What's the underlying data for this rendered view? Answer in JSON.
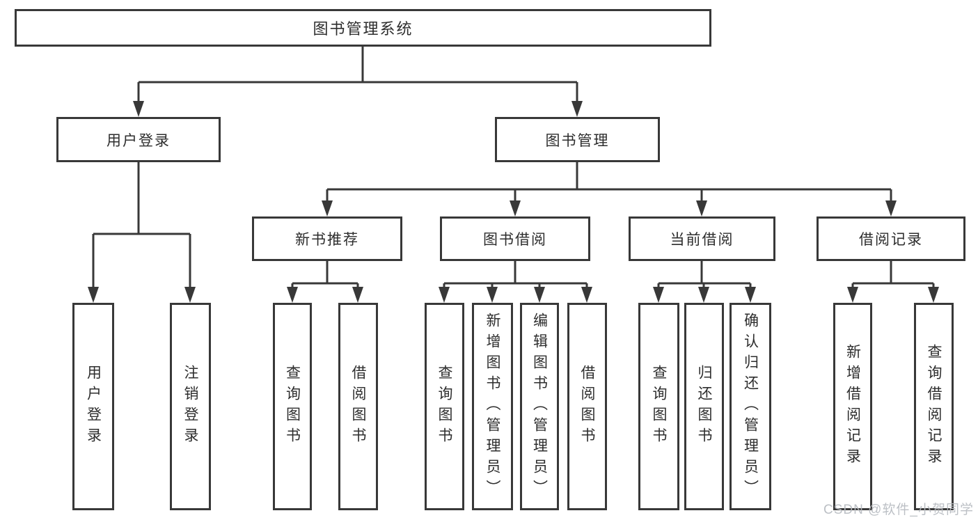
{
  "title": "图书管理系统",
  "watermark": "CSDN @软件_小贺同学",
  "colors": {
    "line": "#383838",
    "box_border": "#383838",
    "text": "#2d2d2d",
    "watermark": "#b7bbc1",
    "background": "#ffffff"
  },
  "tree": {
    "root": {
      "label": "图书管理系统",
      "children": [
        {
          "label": "用户登录",
          "children": [
            {
              "label": "用户登录"
            },
            {
              "label": "注销登录"
            }
          ]
        },
        {
          "label": "图书管理",
          "children": [
            {
              "label": "新书推荐",
              "children": [
                {
                  "label": "查询图书"
                },
                {
                  "label": "借阅图书"
                }
              ]
            },
            {
              "label": "图书借阅",
              "children": [
                {
                  "label": "查询图书"
                },
                {
                  "label": "新增图书（管理员）"
                },
                {
                  "label": "编辑图书（管理员）"
                },
                {
                  "label": "借阅图书"
                }
              ]
            },
            {
              "label": "当前借阅",
              "children": [
                {
                  "label": "查询图书"
                },
                {
                  "label": "归还图书"
                },
                {
                  "label": "确认归还（管理员）"
                }
              ]
            },
            {
              "label": "借阅记录",
              "children": [
                {
                  "label": "新增借阅记录"
                },
                {
                  "label": "查询借阅记录"
                }
              ]
            }
          ]
        }
      ]
    }
  }
}
